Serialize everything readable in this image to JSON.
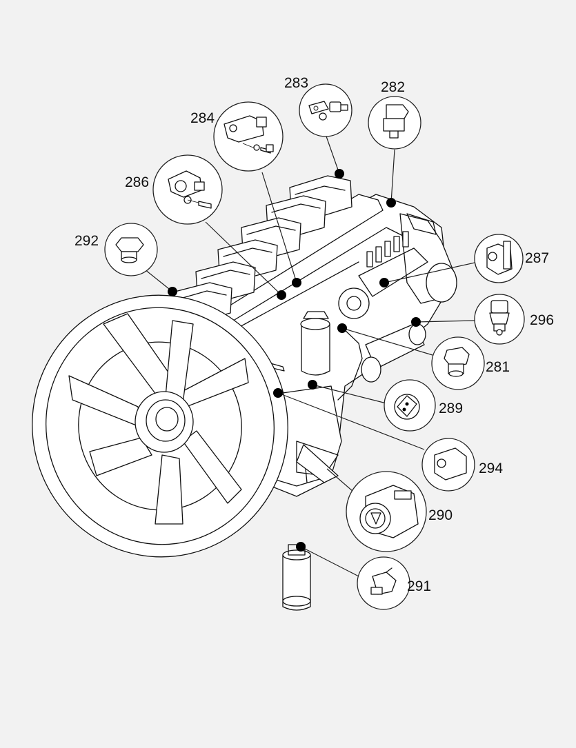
{
  "diagram": {
    "callouts": [
      {
        "id": "c283",
        "label": "283",
        "part": "sensor-bracket"
      },
      {
        "id": "c282",
        "label": "282",
        "part": "angled-connector-sensor"
      },
      {
        "id": "c284",
        "label": "284",
        "part": "bracket-sensor-with-bolt"
      },
      {
        "id": "c286",
        "label": "286",
        "part": "flanged-sensor-with-bolt"
      },
      {
        "id": "c292",
        "label": "292",
        "part": "hex-plug-sensor"
      },
      {
        "id": "c287",
        "label": "287",
        "part": "switch-sensor"
      },
      {
        "id": "c296",
        "label": "296",
        "part": "threaded-pressure-switch"
      },
      {
        "id": "c281",
        "label": "281",
        "part": "temperature-sender"
      },
      {
        "id": "c289",
        "label": "289",
        "part": "round-connector-sensor"
      },
      {
        "id": "c294",
        "label": "294",
        "part": "block-sensor"
      },
      {
        "id": "c290",
        "label": "290",
        "part": "ac-compressor"
      },
      {
        "id": "c291",
        "label": "291",
        "part": "receiver-drier-switch"
      }
    ],
    "colors": {
      "line": "#111111",
      "background": "#f2f2f2",
      "dot": "#000000"
    }
  }
}
